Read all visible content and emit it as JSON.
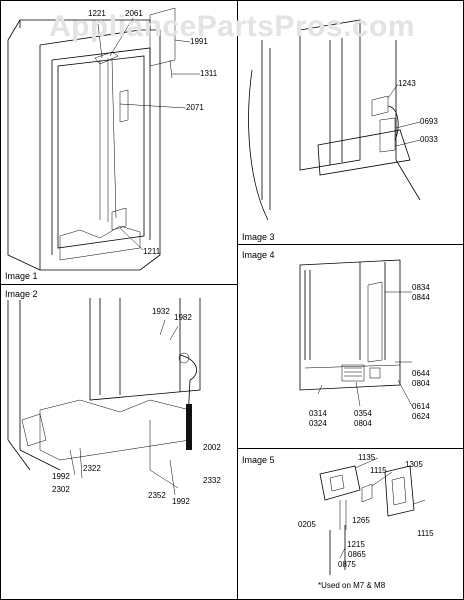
{
  "watermark": "AppliancePartsPros.com",
  "panels": {
    "image1": {
      "label": "Image 1"
    },
    "image2": {
      "label": "Image 2"
    },
    "image3": {
      "label": "Image 3"
    },
    "image4": {
      "label": "Image 4"
    },
    "image5": {
      "label": "Image 5"
    }
  },
  "callouts": {
    "image1": [
      "1221",
      "2061",
      "1991",
      "1311",
      "2071",
      "1211"
    ],
    "image2": [
      "1932",
      "1982",
      "2002",
      "2332",
      "2352",
      "1992",
      "1992",
      "2322",
      "2302"
    ],
    "image3": [
      "1243",
      "0693",
      "0033"
    ],
    "image4": [
      "0834",
      "0844",
      "0644",
      "0804",
      "0614",
      "0624",
      "0314",
      "0324",
      "0354",
      "0804"
    ],
    "image5": [
      "1135",
      "1115",
      "1305",
      "1265",
      "0205",
      "1215",
      "0865",
      "0875",
      "1115"
    ]
  },
  "footnote": "*Used on M7 & M8"
}
